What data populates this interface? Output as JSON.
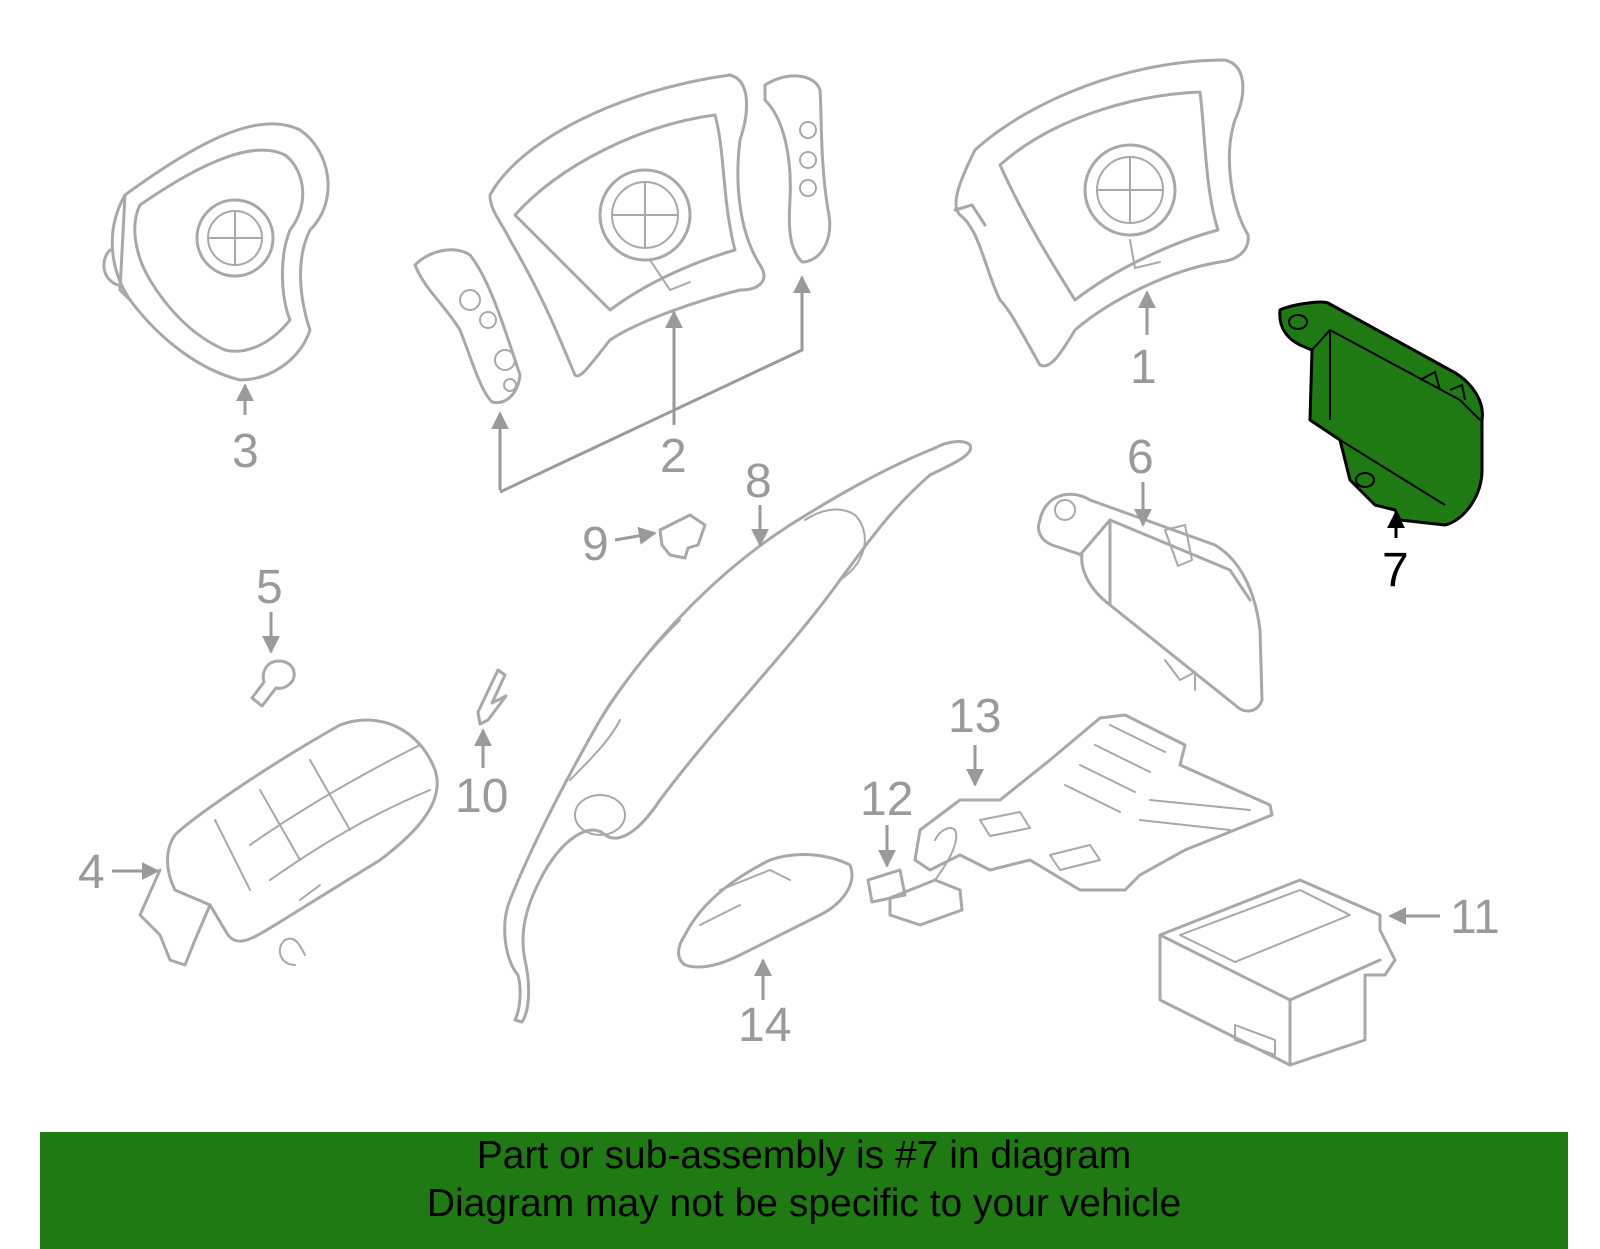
{
  "colors": {
    "banner_background": "#1f7a14",
    "highlight_fill": "#1f7a14",
    "line_gray": "#a8a8a8",
    "label_gray": "#9a9a9a",
    "highlight_label": "#000000"
  },
  "callouts": {
    "c1": "1",
    "c2": "2",
    "c3": "3",
    "c4": "4",
    "c5": "5",
    "c6": "6",
    "c7": "7",
    "c8": "8",
    "c9": "9",
    "c10": "10",
    "c11": "11",
    "c12": "12",
    "c13": "13",
    "c14": "14"
  },
  "highlighted_callout": "7",
  "banner": {
    "line1": "Part or sub-assembly is #7 in diagram",
    "line2": "Diagram may not be specific to your vehicle"
  }
}
